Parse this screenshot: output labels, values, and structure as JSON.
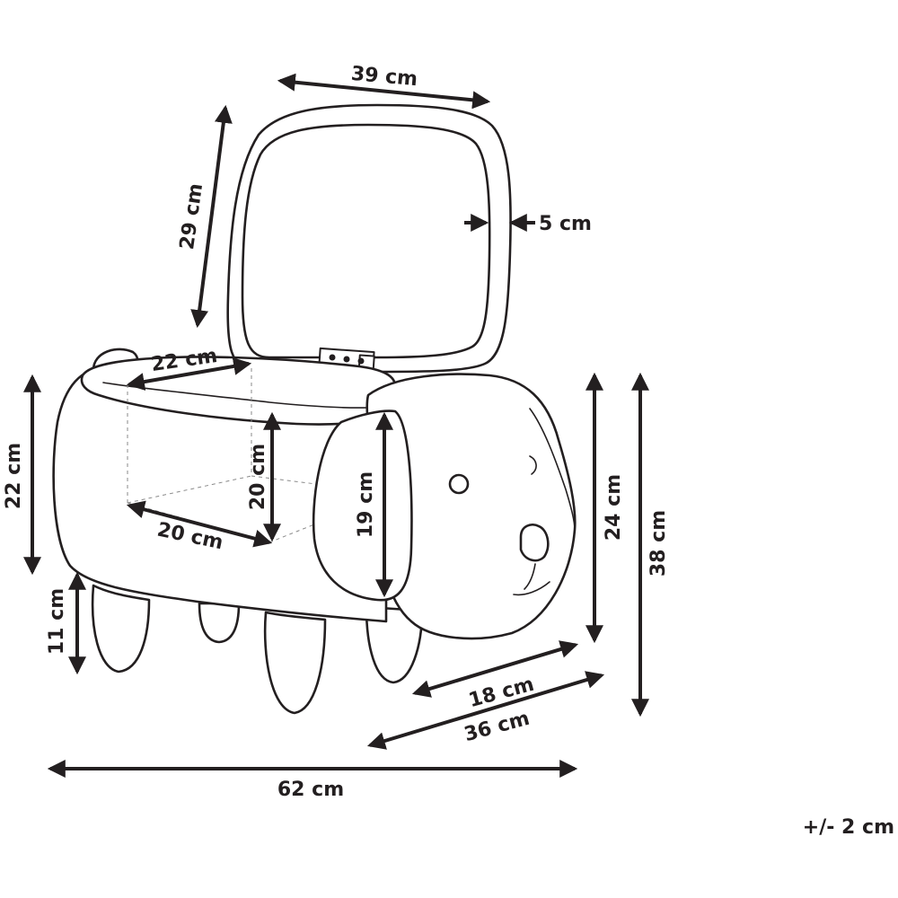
{
  "dimensions": {
    "lid_width": "39 cm",
    "lid_height": "29 cm",
    "lid_thickness": "5 cm",
    "inner_width": "22 cm",
    "inner_depth": "20 cm",
    "inner_height": "20 cm",
    "ear_height": "19 cm",
    "body_height": "22 cm",
    "leg_height": "11 cm",
    "head_height": "24 cm",
    "total_height": "38 cm",
    "head_depth": "18 cm",
    "total_depth": "36 cm",
    "total_width": "62 cm"
  },
  "tolerance": "+/- 2 cm",
  "colors": {
    "ink": "#231f20",
    "guide": "#8a8a8a",
    "background": "#ffffff"
  }
}
